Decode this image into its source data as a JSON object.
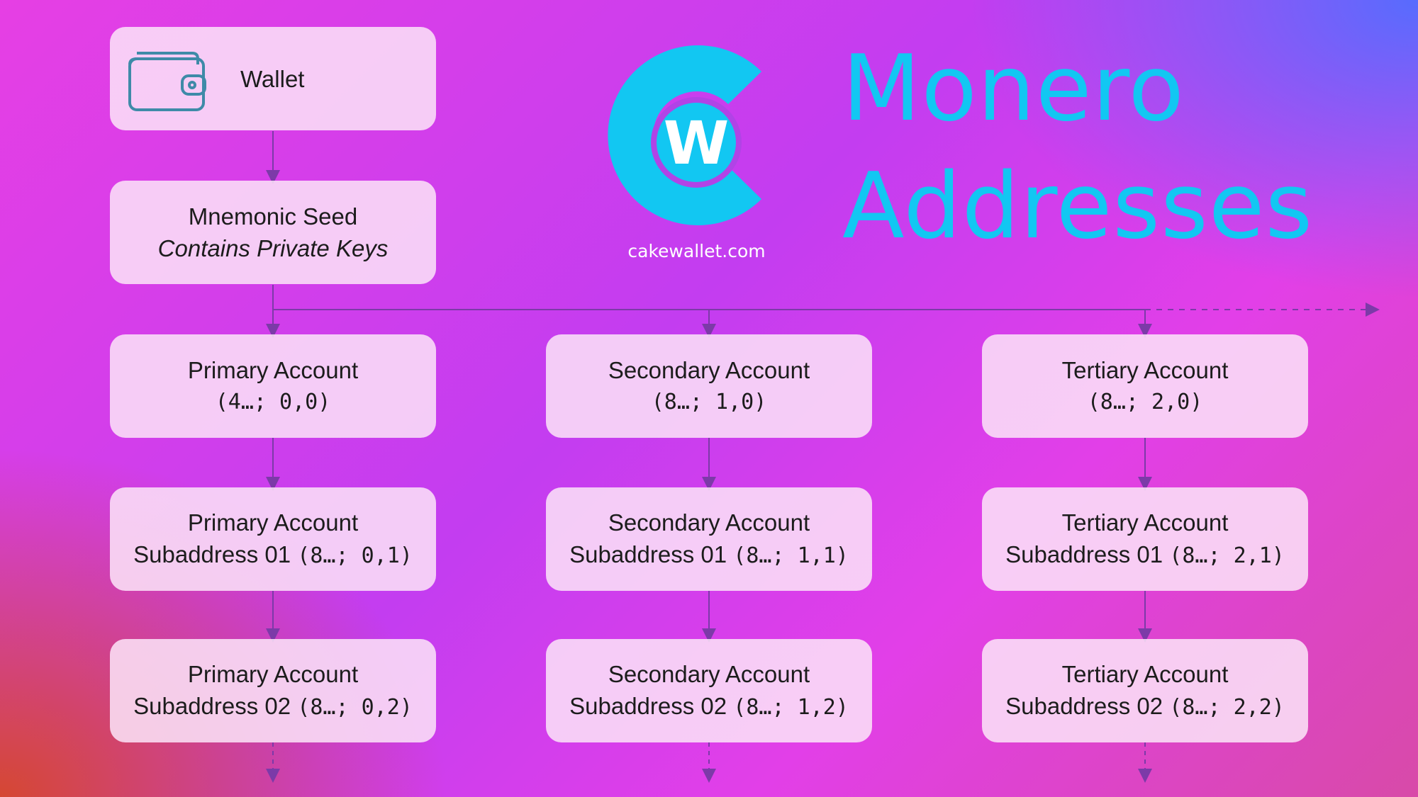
{
  "wallet": {
    "label": "Wallet",
    "icon": "wallet-icon"
  },
  "seed": {
    "line1": "Mnemonic Seed",
    "line2": "Contains Private Keys"
  },
  "brand": {
    "site": "cakewallet.com",
    "logo_letter": "W",
    "accent_color": "#12c7f2"
  },
  "title": {
    "line1": "Monero",
    "line2": "Addresses"
  },
  "columns": [
    {
      "account": {
        "name": "Primary Account",
        "code": "(4…; 0,0)"
      },
      "sub1": {
        "name": "Primary Account",
        "label": "Subaddress 01",
        "code": "(8…; 0,1)"
      },
      "sub2": {
        "name": "Primary Account",
        "label": "Subaddress 02",
        "code": "(8…; 0,2)"
      }
    },
    {
      "account": {
        "name": "Secondary Account",
        "code": "(8…; 1,0)"
      },
      "sub1": {
        "name": "Secondary Account",
        "label": "Subaddress 01",
        "code": "(8…; 1,1)"
      },
      "sub2": {
        "name": "Secondary Account",
        "label": "Subaddress 02",
        "code": "(8…; 1,2)"
      }
    },
    {
      "account": {
        "name": "Tertiary Account",
        "code": "(8…; 2,0)"
      },
      "sub1": {
        "name": "Tertiary Account",
        "label": "Subaddress 01",
        "code": "(8…; 2,1)"
      },
      "sub2": {
        "name": "Tertiary Account",
        "label": "Subaddress 02",
        "code": "(8…; 2,2)"
      }
    }
  ]
}
